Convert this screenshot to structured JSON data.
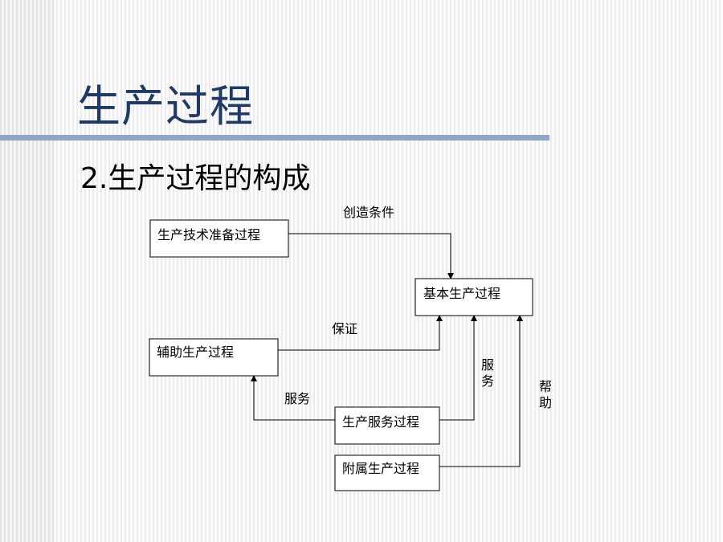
{
  "slide": {
    "title": "生产过程",
    "subtitle": "2.生产过程的构成"
  },
  "diagram": {
    "nodes": {
      "tech_prep": "生产技术准备过程",
      "basic": "基本生产过程",
      "auxiliary": "辅助生产过程",
      "service": "生产服务过程",
      "subsidiary": "附属生产过程"
    },
    "edges": {
      "tech_to_basic": "创造条件",
      "aux_to_basic": "保证",
      "service_to_aux": "服务",
      "service_to_basic": "服务",
      "subsidiary_to_basic": "帮助"
    }
  }
}
